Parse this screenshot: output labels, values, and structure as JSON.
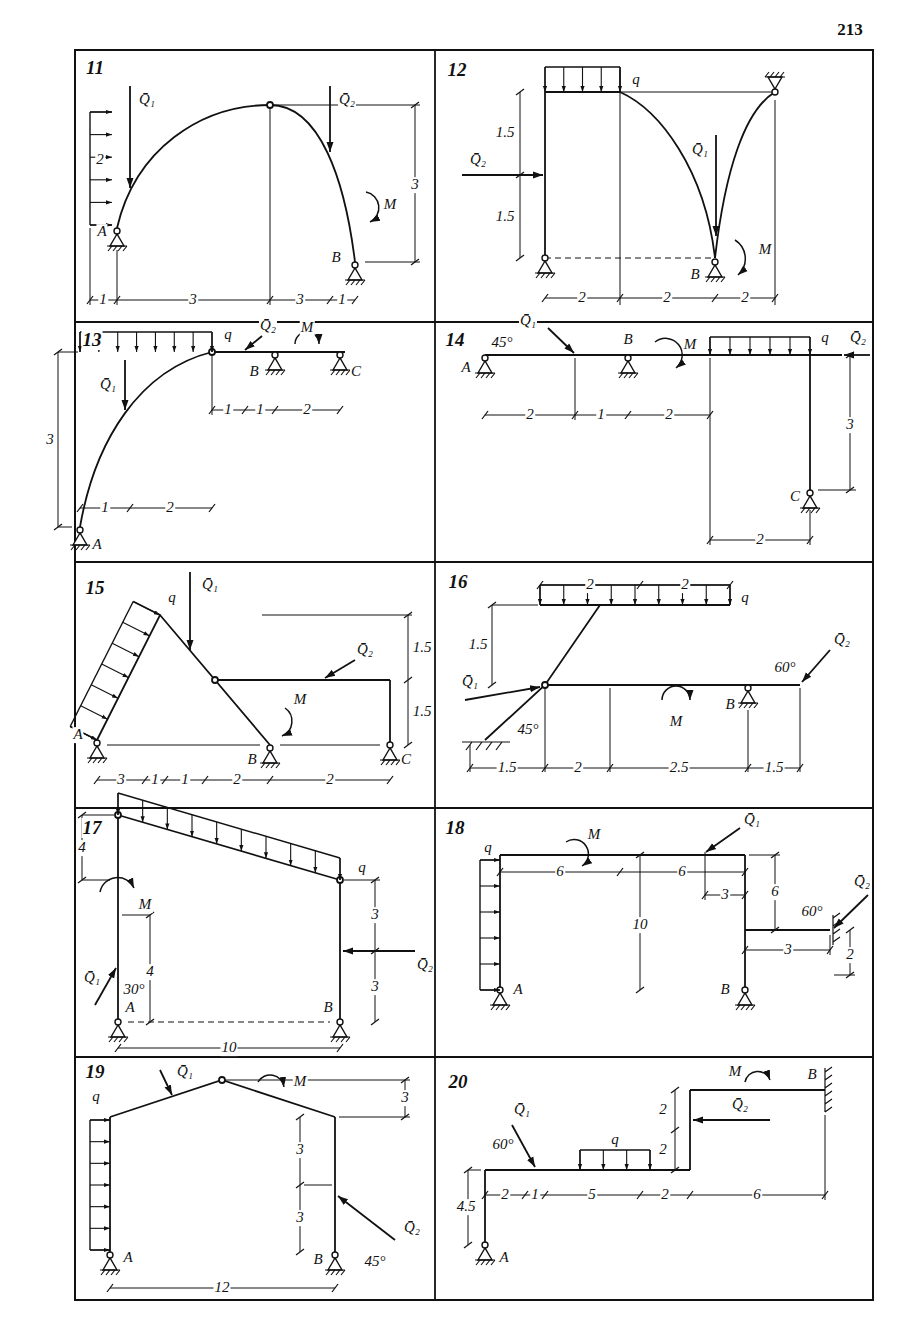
{
  "diagram": {
    "labels": [
      "213",
      "11",
      "2",
      "Q̄₁",
      "Q̄₂",
      "3",
      "M",
      "A",
      "B",
      "1",
      "3",
      "3",
      "1",
      "12",
      "q",
      "1.5",
      "Q̄₂",
      "1.5",
      "Q̄₁",
      "M",
      "B",
      "2",
      "2",
      "2",
      "13",
      "q",
      "Q̄₂",
      "M",
      "C",
      "B",
      "3",
      "Q̄₁",
      "1",
      "1",
      "2",
      "A",
      "1",
      "2",
      "14",
      "Q̄₁",
      "45°",
      "A",
      "B",
      "M",
      "q",
      "Q̄₂",
      "2",
      "1",
      "2",
      "3",
      "C",
      "2",
      "15",
      "q",
      "Q̄₁",
      "1.5",
      "Q̄₂",
      "M",
      "1.5",
      "A",
      "B",
      "C",
      "3",
      "1",
      "1",
      "2",
      "2",
      "16",
      "2",
      "2",
      "q",
      "1.5",
      "M",
      "B",
      "60°",
      "Q̄₂",
      "Q̄₁",
      "45°",
      "1.5",
      "2",
      "2.5",
      "1.5",
      "17",
      "q",
      "4",
      "M",
      "3",
      "Q̄₂",
      "4",
      "3",
      "Q̄₁",
      "30°",
      "A",
      "B",
      "10",
      "18",
      "q",
      "M",
      "Q̄₁",
      "6",
      "Q̄₂",
      "60°",
      "6",
      "6",
      "3",
      "10",
      "3",
      "2",
      "A",
      "B",
      "19",
      "q",
      "Q̄₁",
      "M",
      "3",
      "3",
      "3",
      "Q̄₂",
      "45°",
      "A",
      "B",
      "12",
      "20",
      "M",
      "B",
      "Q̄₂",
      "2",
      "Q̄₁",
      "60°",
      "q",
      "2",
      "4.5",
      "2",
      "1",
      "5",
      "2",
      "6",
      "A"
    ]
  }
}
